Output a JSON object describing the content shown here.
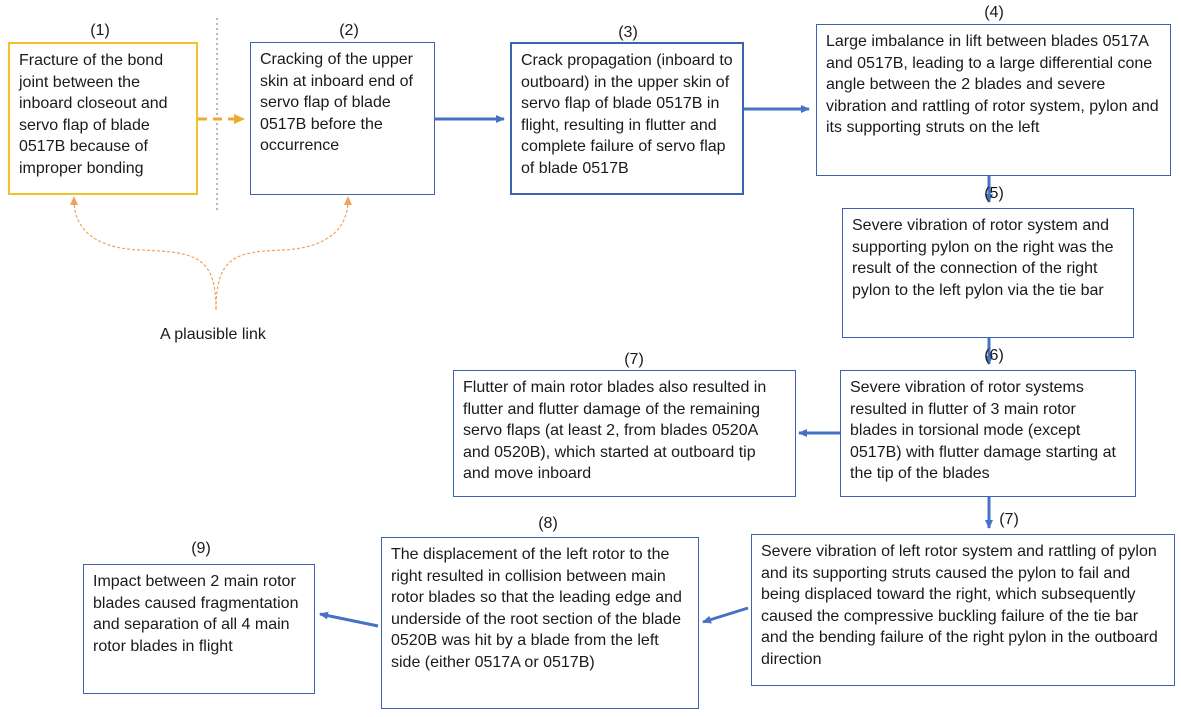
{
  "colors": {
    "box_border": "#3a64b0",
    "arrow": "#4472c4",
    "highlight_border": "#f2c12e",
    "plausible_arrow": "#f0a830",
    "brace": "#f0a35e",
    "divider": "#707070"
  },
  "nodes": [
    {
      "id": "n1",
      "number": "(1)",
      "text": "Fracture of the bond joint between the inboard closeout and servo flap of blade 0517B because of improper bonding"
    },
    {
      "id": "n2",
      "number": "(2)",
      "text": "Cracking of the upper skin at inboard end of servo flap of blade 0517B before the occurrence"
    },
    {
      "id": "n3",
      "number": "(3)",
      "text": "Crack propagation (inboard to outboard) in the upper skin of servo flap of blade 0517B in flight, resulting in flutter and complete failure of servo flap of blade 0517B"
    },
    {
      "id": "n4",
      "number": "(4)",
      "text": "Large imbalance in lift between blades 0517A and 0517B, leading to a large differential cone angle between the 2 blades and severe vibration and rattling of rotor system, pylon and its supporting struts on the left"
    },
    {
      "id": "n5",
      "number": "(5)",
      "text": "Severe vibration of rotor system and supporting pylon on the right was the result of the connection of the right pylon to the left pylon via the tie bar"
    },
    {
      "id": "n6",
      "number": "(6)",
      "text": "Severe vibration of rotor systems resulted in flutter of 3 main rotor blades in torsional mode (except 0517B) with flutter damage starting at the tip of the blades"
    },
    {
      "id": "n7a",
      "number": "(7)",
      "text": "Flutter of main rotor blades also resulted in flutter and flutter damage of the remaining servo flaps (at least 2, from blades 0520A and 0520B), which started at outboard tip and move inboard"
    },
    {
      "id": "n7b",
      "number": "(7)",
      "text": "Severe vibration of left rotor system and rattling of pylon and its supporting struts caused the pylon to fail and being displaced toward the right, which subsequently caused the compressive buckling failure of the tie bar and the bending failure of the right pylon in the outboard direction"
    },
    {
      "id": "n8",
      "number": "(8)",
      "text": "The displacement of the left rotor to the right resulted in collision between main rotor blades so that the leading edge and underside of the root section of the blade 0520B was hit by a blade from the left side (either 0517A or 0517B)"
    },
    {
      "id": "n9",
      "number": "(9)",
      "text": "Impact between 2 main rotor blades caused fragmentation and separation of all 4 main rotor blades in flight"
    }
  ],
  "plausible_link_label": "A plausible link",
  "edges": [
    {
      "from": "n1",
      "to": "n2",
      "style": "dashed"
    },
    {
      "from": "n2",
      "to": "n3",
      "style": "solid"
    },
    {
      "from": "n3",
      "to": "n4",
      "style": "solid"
    },
    {
      "from": "n4",
      "to": "n5",
      "style": "solid"
    },
    {
      "from": "n5",
      "to": "n6",
      "style": "solid"
    },
    {
      "from": "n6",
      "to": "n7a",
      "style": "solid"
    },
    {
      "from": "n6",
      "to": "n7b",
      "style": "solid"
    },
    {
      "from": "n7b",
      "to": "n8",
      "style": "solid"
    },
    {
      "from": "n8",
      "to": "n9",
      "style": "solid"
    }
  ]
}
